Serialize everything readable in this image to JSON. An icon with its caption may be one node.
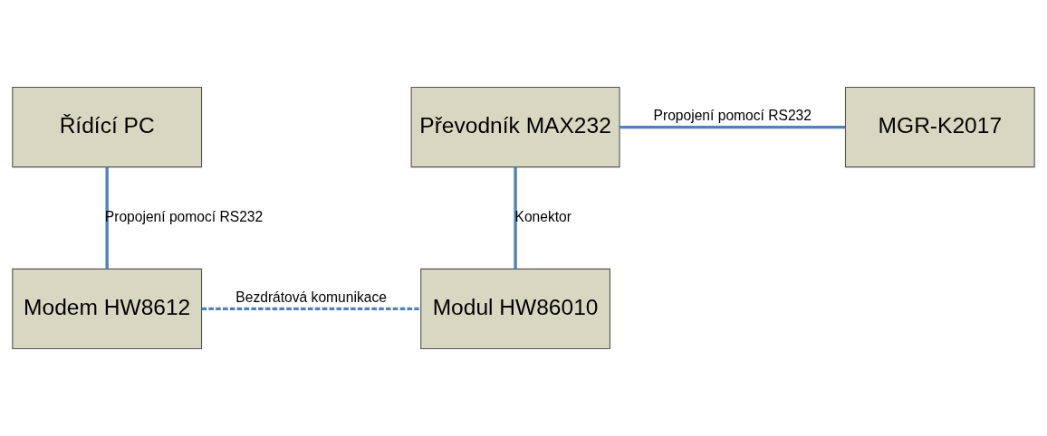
{
  "diagram": {
    "nodes": [
      {
        "text": [
          "Řídící PC"
        ]
      },
      {
        "text": [
          "Převodník MAX232"
        ]
      },
      {
        "text": [
          "MGR-K2017"
        ]
      },
      {
        "text": [
          "Modem HW8612"
        ]
      },
      {
        "text": [
          "Modul HW86010"
        ]
      }
    ],
    "edges": [
      {
        "from": 0,
        "to": 3,
        "arrow": "none",
        "label": "Propojení pomocí RS232"
      },
      {
        "from": 1,
        "to": 2,
        "arrow": "none",
        "label": "Propojení pomocí RS232"
      },
      {
        "from": 1,
        "to": 4,
        "arrow": "none",
        "label": "Konektor"
      },
      {
        "from": 3,
        "to": 4,
        "arrow": "none",
        "style": "dashed",
        "label": "Bezdrátová komunikace"
      }
    ]
  }
}
